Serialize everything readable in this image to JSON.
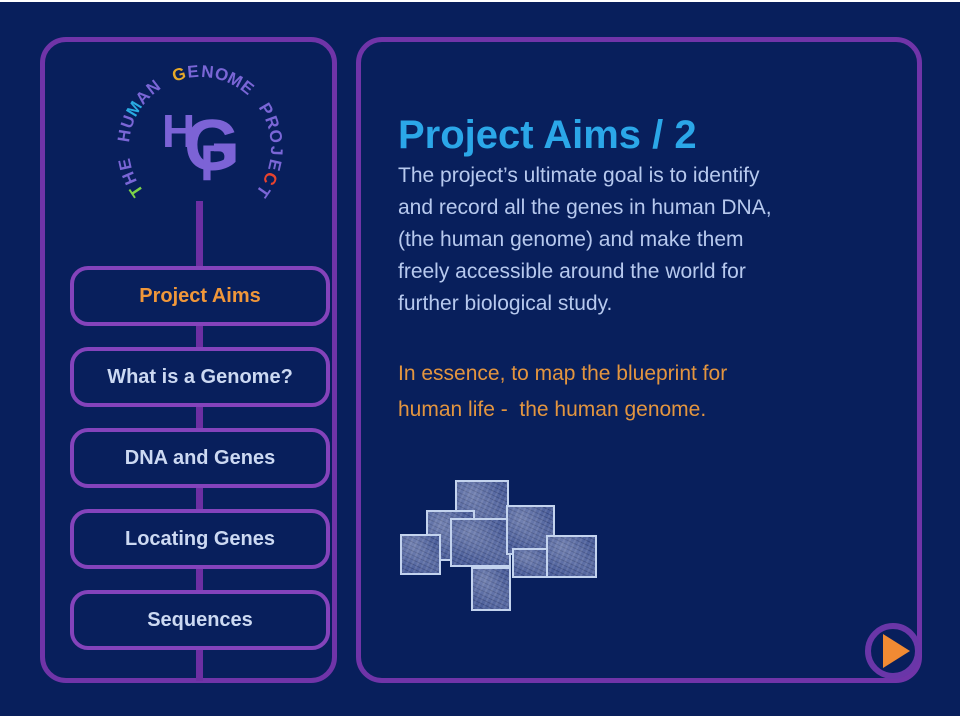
{
  "slide": {
    "background_color": "#081f5c",
    "panel_border_color": "#7034a8"
  },
  "logo": {
    "ring_text": "THE HUMAN GENOME PROJECT",
    "letters": [
      {
        "ch": "T",
        "color": "#7dd348"
      },
      {
        "ch": "H",
        "color": "#7a66d6"
      },
      {
        "ch": "E",
        "color": "#7a66d6"
      },
      {
        "ch": " ",
        "color": "#7a66d6"
      },
      {
        "ch": "H",
        "color": "#7a66d6"
      },
      {
        "ch": "U",
        "color": "#7a66d6"
      },
      {
        "ch": "M",
        "color": "#29abe2"
      },
      {
        "ch": "A",
        "color": "#7a66d6"
      },
      {
        "ch": "N",
        "color": "#7a66d6"
      },
      {
        "ch": " ",
        "color": "#7a66d6"
      },
      {
        "ch": "G",
        "color": "#e8a928"
      },
      {
        "ch": "E",
        "color": "#7a66d6"
      },
      {
        "ch": "N",
        "color": "#7a66d6"
      },
      {
        "ch": "O",
        "color": "#7a66d6"
      },
      {
        "ch": "M",
        "color": "#7a66d6"
      },
      {
        "ch": "E",
        "color": "#7a66d6"
      },
      {
        "ch": " ",
        "color": "#7a66d6"
      },
      {
        "ch": "P",
        "color": "#7a66d6"
      },
      {
        "ch": "R",
        "color": "#7a66d6"
      },
      {
        "ch": "O",
        "color": "#7a66d6"
      },
      {
        "ch": "J",
        "color": "#7a66d6"
      },
      {
        "ch": "E",
        "color": "#7a66d6"
      },
      {
        "ch": "C",
        "color": "#e8432e"
      },
      {
        "ch": "T",
        "color": "#7a66d6"
      }
    ],
    "monogram": {
      "h": "H",
      "g": "G",
      "p": "P",
      "color": "#7c63d6"
    }
  },
  "sidebar": {
    "items": [
      {
        "label": "Project Aims",
        "active": true
      },
      {
        "label": "What is a Genome?",
        "active": false
      },
      {
        "label": "DNA and Genes",
        "active": false
      },
      {
        "label": "Locating Genes",
        "active": false
      },
      {
        "label": "Sequences",
        "active": false
      }
    ],
    "active_color": "#f0973a",
    "inactive_color": "#ccd9f2"
  },
  "main": {
    "title": "Project Aims / 2",
    "title_color": "#2ba7e8",
    "body_color": "#b7c9ee",
    "body_lines": [
      "The project’s ultimate goal is to identify",
      "and record all the genes in human DNA,",
      "(the human genome) and make them",
      "freely accessible around the world for",
      "further biological study."
    ],
    "emphasis_color": "#e3953f",
    "emphasis_lines": [
      "In essence, to map the blueprint for",
      "human life -  the human genome."
    ],
    "next_button": {
      "icon": "play-arrow",
      "arrow_color": "#f18a33",
      "ring_color": "#6a36a8"
    }
  }
}
